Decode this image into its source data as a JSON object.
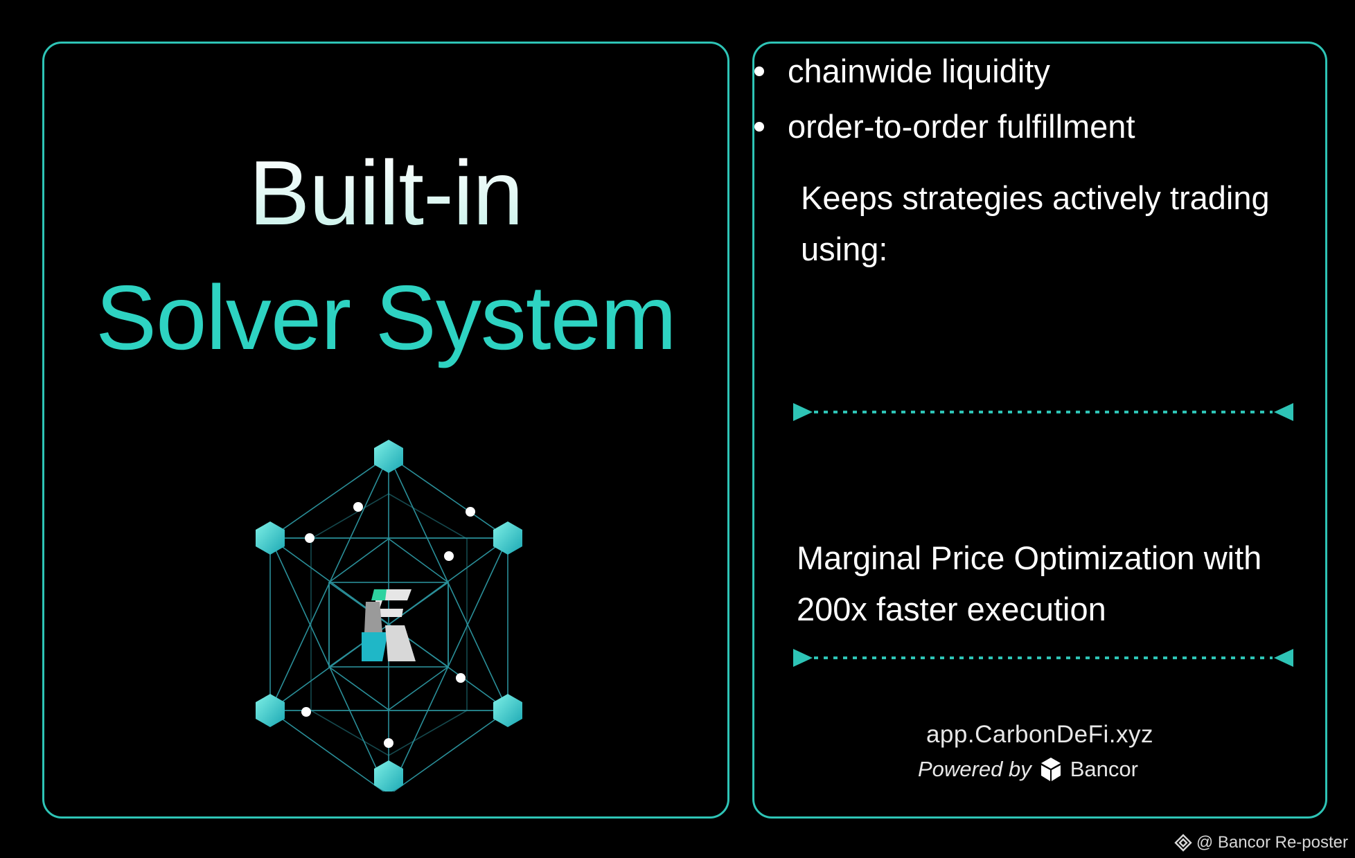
{
  "left": {
    "title_line1": "Built-in",
    "title_line2": "Solver System"
  },
  "right": {
    "intro": "Keeps strategies actively trading using:",
    "bullets": [
      "chainwide liquidity",
      "order-to-order fulfillment"
    ],
    "optimization": "Marginal Price Optimization with 200x faster execution",
    "url": "app.CarbonDeFi.xyz",
    "powered_by_label": "Powered by",
    "brand": "Bancor"
  },
  "watermark": "@ Bancor Re-poster",
  "icons": [
    "network-hexagon-icon",
    "carbon-logo-icon",
    "bancor-logo-icon",
    "reposter-icon",
    "arrow-right-icon",
    "arrow-left-icon"
  ],
  "colors": {
    "accent": "#2ec4b6",
    "title_teal": "#2ed3c2",
    "background": "#000000",
    "text": "#ffffff"
  }
}
